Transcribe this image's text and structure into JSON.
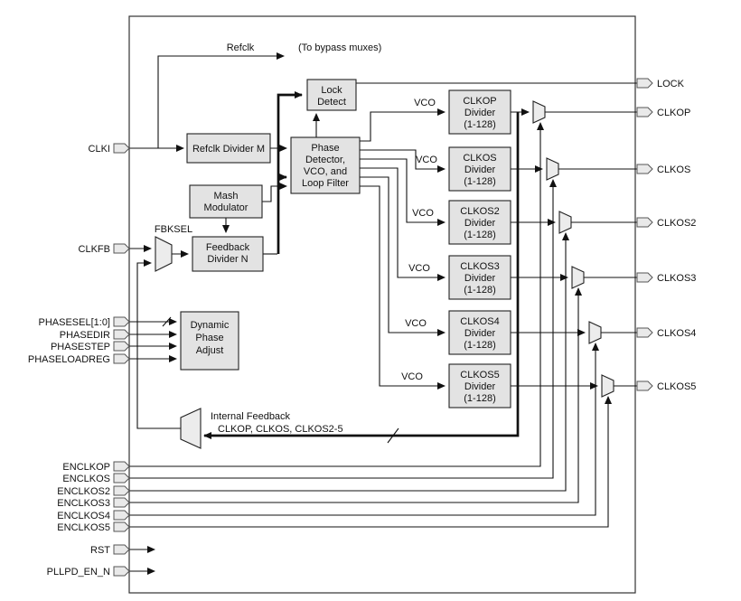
{
  "colors": {
    "background": "#ffffff",
    "line": "#111111",
    "block_fill": "#e3e3e3",
    "block_border": "#222222",
    "port_fill": "#e9e9e9"
  },
  "annotations": {
    "refclk": "Refclk",
    "bypass_note": "(To bypass muxes)",
    "fbksel": "FBKSEL",
    "internal_feedback_line1": "Internal Feedback",
    "internal_feedback_line2": "CLKOP, CLKOS, CLKOS2-5",
    "vco": "VCO"
  },
  "blocks": {
    "refclk_divider": {
      "lines": [
        "Refclk Divider M"
      ]
    },
    "lock_detect": {
      "lines": [
        "Lock",
        "Detect"
      ]
    },
    "phase_detector": {
      "lines": [
        "Phase",
        "Detector,",
        "VCO, and",
        "Loop Filter"
      ]
    },
    "mash_modulator": {
      "lines": [
        "Mash",
        "Modulator"
      ]
    },
    "feedback_divider": {
      "lines": [
        "Feedback",
        "Divider N"
      ]
    },
    "dynamic_phase_adjust": {
      "lines": [
        "Dynamic",
        "Phase",
        "Adjust"
      ]
    },
    "dividers": [
      {
        "lines": [
          "CLKOP",
          "Divider",
          "(1-128)"
        ]
      },
      {
        "lines": [
          "CLKOS",
          "Divider",
          "(1-128)"
        ]
      },
      {
        "lines": [
          "CLKOS2",
          "Divider",
          "(1-128)"
        ]
      },
      {
        "lines": [
          "CLKOS3",
          "Divider",
          "(1-128)"
        ]
      },
      {
        "lines": [
          "CLKOS4",
          "Divider",
          "(1-128)"
        ]
      },
      {
        "lines": [
          "CLKOS5",
          "Divider",
          "(1-128)"
        ]
      }
    ]
  },
  "ports": {
    "left": [
      {
        "label": "CLKI"
      },
      {
        "label": "CLKFB"
      },
      {
        "label": "PHASESEL[1:0]"
      },
      {
        "label": "PHASEDIR"
      },
      {
        "label": "PHASESTEP"
      },
      {
        "label": "PHASELOADREG"
      },
      {
        "label": "ENCLKOP"
      },
      {
        "label": "ENCLKOS"
      },
      {
        "label": "ENCLKOS2"
      },
      {
        "label": "ENCLKOS3"
      },
      {
        "label": "ENCLKOS4"
      },
      {
        "label": "ENCLKOS5"
      },
      {
        "label": "RST"
      },
      {
        "label": "PLLPD_EN_N"
      }
    ],
    "right": [
      {
        "label": "LOCK"
      },
      {
        "label": "CLKOP"
      },
      {
        "label": "CLKOS"
      },
      {
        "label": "CLKOS2"
      },
      {
        "label": "CLKOS3"
      },
      {
        "label": "CLKOS4"
      },
      {
        "label": "CLKOS5"
      }
    ]
  }
}
